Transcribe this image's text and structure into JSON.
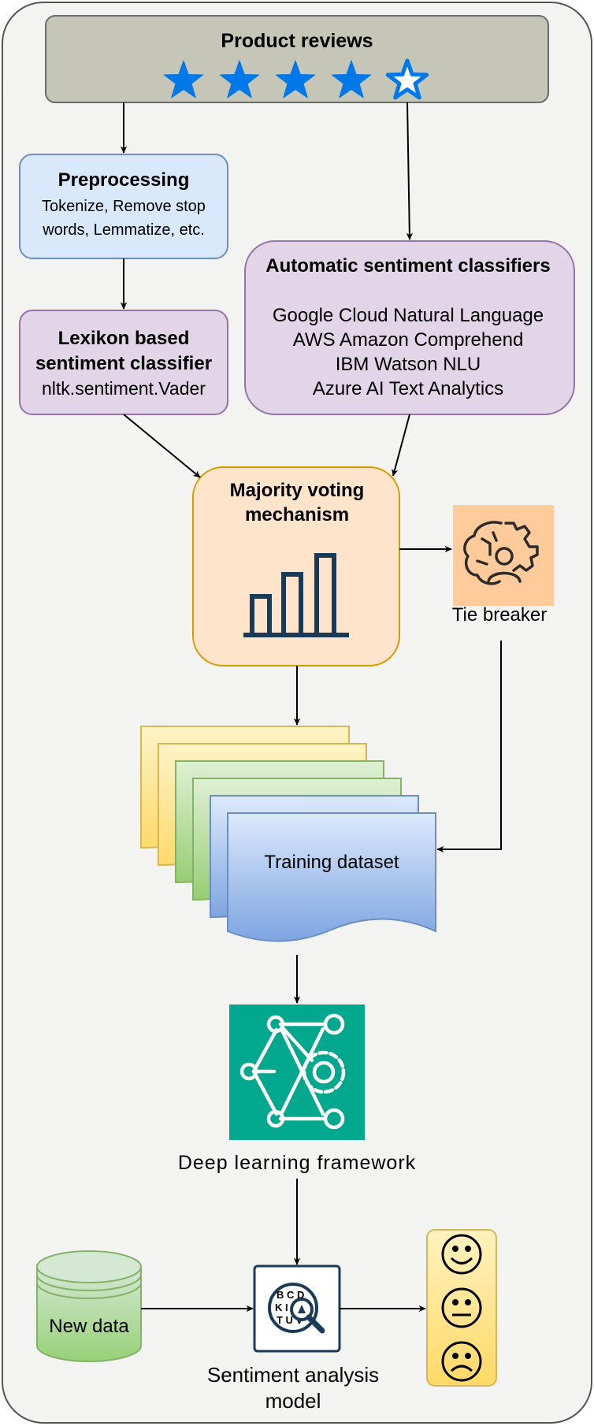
{
  "product_reviews": {
    "title": "Product reviews",
    "rating": {
      "filled": 4,
      "total": 5
    }
  },
  "preprocessing": {
    "title": "Preprocessing",
    "lines": [
      "Tokenize, Remove stop",
      "words, Lemmatize, etc."
    ]
  },
  "lexicon": {
    "title_lines": [
      "Lexikon based",
      "sentiment classifier"
    ],
    "subtitle": "nltk.sentiment.Vader"
  },
  "automatic": {
    "title": "Automatic sentiment classifiers",
    "items": [
      "Google Cloud Natural Language",
      "AWS Amazon Comprehend",
      "IBM Watson NLU",
      "Azure AI Text Analytics"
    ]
  },
  "majority": {
    "title_lines": [
      "Majority voting",
      "mechanism"
    ],
    "icon": "bar-chart-icon"
  },
  "tie_breaker": {
    "label": "Tie breaker",
    "icon": "brain-gear-person-icon"
  },
  "training_dataset": {
    "label": "Training dataset"
  },
  "deep_learning": {
    "label": "Deep learning framework",
    "icon": "neural-network-gear-icon"
  },
  "new_data": {
    "label": "New data"
  },
  "sentiment_model": {
    "label_lines": [
      "Sentiment analysis",
      "model"
    ],
    "icon": "text-analysis-magnifier-icon"
  },
  "sentiment_output": {
    "icons": [
      "happy-face-icon",
      "neutral-face-icon",
      "sad-face-icon"
    ]
  },
  "colors": {
    "star": "#0078e8",
    "reviews_fill": "#c5c5b8",
    "preprocessing_fill": "#dae8fc",
    "preprocessing_stroke": "#6c8ebf",
    "purple_fill": "#e1d5e7",
    "purple_stroke": "#9673a6",
    "majority_fill": "#fde4cb",
    "majority_stroke": "#d79b00",
    "tie_fill": "#ffcb9a",
    "dl_fill": "#01a88d",
    "icon_navy": "#1a3b57",
    "output_fill": "#ffe07a"
  }
}
